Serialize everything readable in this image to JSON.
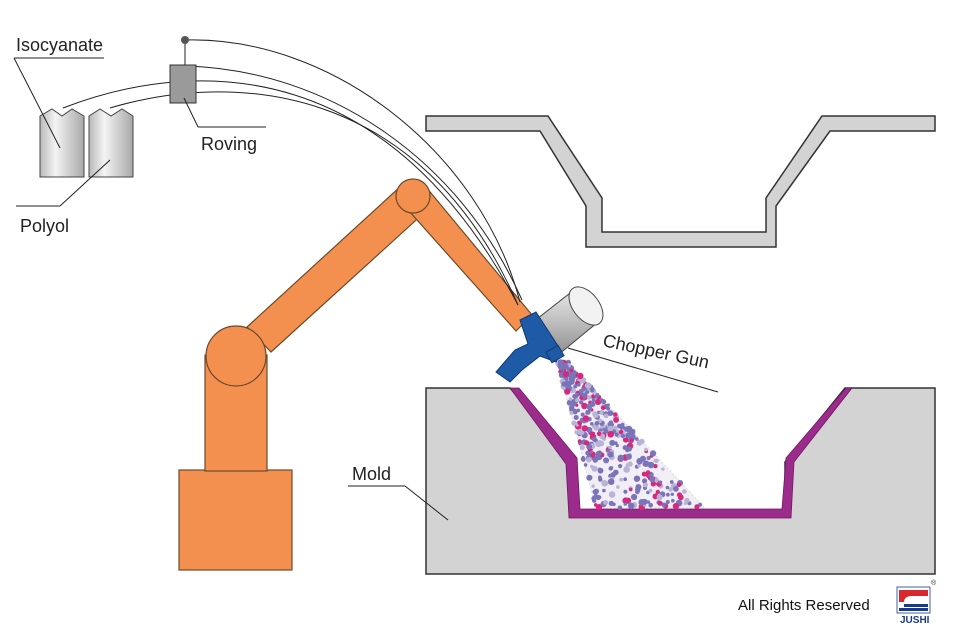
{
  "labels": {
    "isocyanate": "Isocyanate",
    "polyol": "Polyol",
    "roving": "Roving",
    "chopper_gun": "Chopper Gun",
    "mold": "Mold"
  },
  "footer": {
    "rights": "All Rights Reserved",
    "brand": "JUSHI",
    "registered_mark": "®"
  },
  "colors": {
    "robot_arm": "#f4904f",
    "robot_outline": "#6b4a2a",
    "mold_fill": "#d3d3d3",
    "mold_outline": "#333333",
    "coating": "#9b2c8c",
    "gun_body": "#1f5aa6",
    "chopper_cylinder": "#cfcfcf",
    "spray_blue": "#7a74b8",
    "spray_magenta": "#d6287c",
    "brand_red": "#d8282f",
    "brand_blue": "#1a3a8c"
  }
}
